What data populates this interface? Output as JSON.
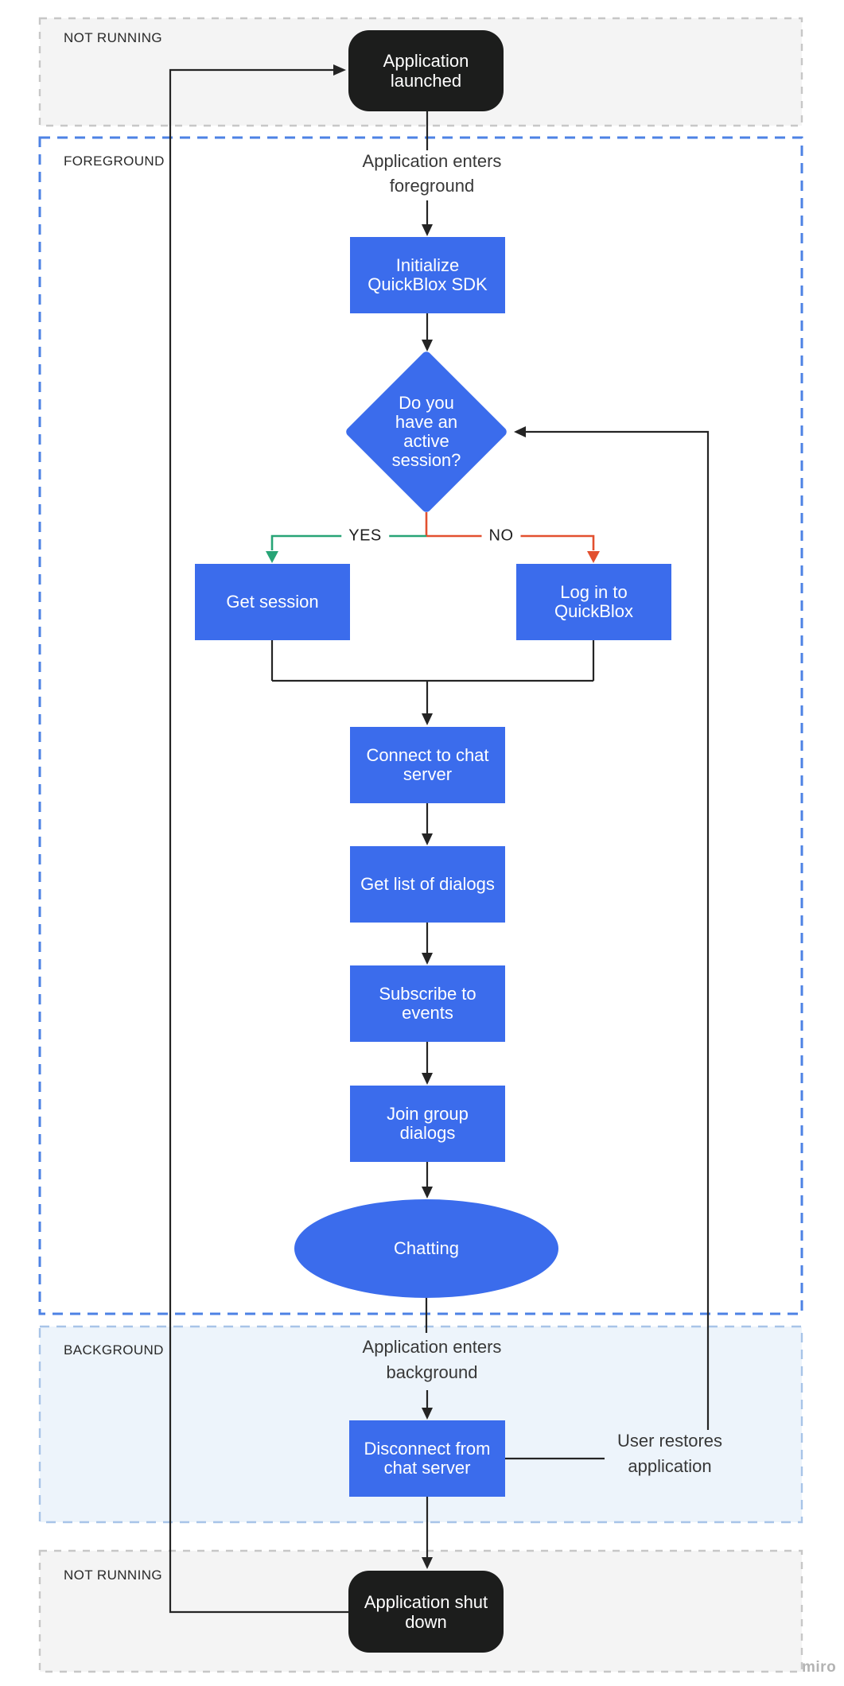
{
  "sections": {
    "not_running_top": {
      "label": "NOT RUNNING"
    },
    "foreground": {
      "label": "FOREGROUND"
    },
    "background": {
      "label": "BACKGROUND"
    },
    "not_running_bottom": {
      "label": "NOT RUNNING"
    }
  },
  "nodes": {
    "application_launched": {
      "label": "Application\nlaunched",
      "type": "terminal"
    },
    "initialize_sdk": {
      "label": "Initialize\nQuickBlox SDK",
      "type": "process"
    },
    "active_session_decision": {
      "label": "Do you\nhave an\nactive\nsession?",
      "type": "decision"
    },
    "get_session": {
      "label": "Get session",
      "type": "process"
    },
    "log_in": {
      "label": "Log in to\nQuickBlox",
      "type": "process"
    },
    "connect_chat_server": {
      "label": "Connect to chat\nserver",
      "type": "process"
    },
    "get_list_of_dialogs": {
      "label": "Get list of dialogs",
      "type": "process"
    },
    "subscribe_to_events": {
      "label": "Subscribe to\nevents",
      "type": "process"
    },
    "join_group_dialogs": {
      "label": "Join group\ndialogs",
      "type": "process"
    },
    "chatting": {
      "label": "Chatting",
      "type": "ellipse"
    },
    "disconnect_chat_server": {
      "label": "Disconnect from\nchat server",
      "type": "process"
    },
    "application_shut_down": {
      "label": "Application shut\ndown",
      "type": "terminal"
    }
  },
  "flow_labels": {
    "enters_foreground": "Application enters\nforeground",
    "enters_background": "Application enters\nbackground",
    "user_restores": "User restores\napplication",
    "yes": "YES",
    "no": "NO"
  },
  "watermark": "miro",
  "colors": {
    "node_blue": "#3B6CEC",
    "terminal_black": "#1C1D1C",
    "yes_green": "#27A476",
    "no_red": "#E2502F",
    "connector_black": "#242424",
    "foreground_border": "#4D82E4",
    "background_fill": "#EDF4FB",
    "background_border": "#A8C4E8",
    "not_running_fill": "#F4F4F4",
    "not_running_border": "#C7C7C7"
  }
}
